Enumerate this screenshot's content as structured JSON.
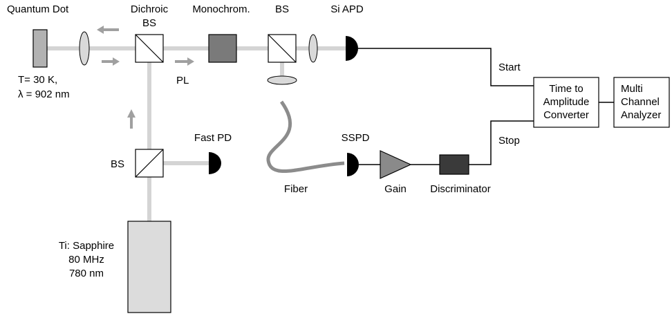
{
  "labels": {
    "quantum_dot": "Quantum Dot",
    "dichroic_line1": "Dichroic",
    "dichroic_line2": "BS",
    "monochrom": "Monochrom.",
    "bs_top": "BS",
    "si_apd": "Si APD",
    "temp": "T= 30 K,",
    "wavelength": "λ = 902 nm",
    "pl": "PL",
    "start": "Start",
    "tac_line1": "Time to",
    "tac_line2": "Amplitude",
    "tac_line3": "Converter",
    "mca_line1": "Multi",
    "mca_line2": "Channel",
    "mca_line3": "Analyzer",
    "stop": "Stop",
    "fast_pd": "Fast PD",
    "bs_lower": "BS",
    "sspd": "SSPD",
    "fiber": "Fiber",
    "gain": "Gain",
    "discriminator": "Discriminator",
    "laser_line1": "Ti: Sapphire",
    "laser_line2": "80 MHz",
    "laser_line3": "780 nm"
  },
  "colors": {
    "beam": "#d4d4d4",
    "arrow": "#a0a0a0",
    "quantum_dot": "#b2b2b2",
    "monochromator": "#7a7a7a",
    "discriminator": "#3a3a3a",
    "gain": "#8a8a8a",
    "laser": "#dcdcdc",
    "fiber": "#8c8c8c",
    "lens": "#d9d9d9"
  }
}
